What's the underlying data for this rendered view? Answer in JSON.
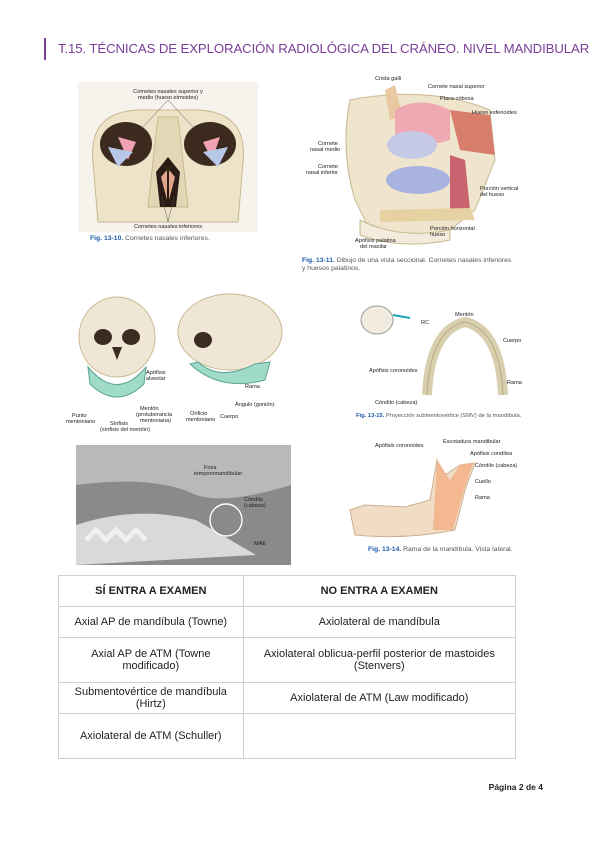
{
  "header": {
    "title": "T.15. TÉCNICAS DE EXPLORACIÓN RADIOLÓGICA DEL CRÁNEO. NIVEL MANDIBULAR"
  },
  "figures": {
    "f1": {
      "labels": {
        "top": "Cornetes nasales superior y\nmedio (hueso etmoides)",
        "bottom": "Cornetes nasales inferiores"
      },
      "caption_num": "Fig. 13-10.",
      "caption_text": "Cornetes nasales inferiores."
    },
    "f2": {
      "labels": {
        "crista": "Crista galli",
        "cornete_sup": "Cornete nasal superior",
        "placa": "Placa cribosa",
        "esfenoides": "Hueso esfenoides",
        "cornete_med": "Cornete\nnasal medio",
        "cornete_inf": "Cornete\nnasal inferior",
        "vertical": "Porción     vertical\ndel hueso",
        "horizontal": "Porción      horizontal\nhueso",
        "apofisis": "Apófisis palatina\ndel maxilar"
      },
      "caption_num": "Fig. 13-11.",
      "caption_text": "Dibujo de una vista seccional. Cornetes nasales inferiores y huesos palatinos."
    },
    "f3": {
      "labels": {
        "alveolar": "Apófisis\nalveolar",
        "rama": "Rama",
        "angulo": "Ángulo (gonión)",
        "cuerpo": "Cuerpo",
        "menton": "Mentón\n(protuberancia\nmentoniana)",
        "orificio": "Orificio\nmentoniano",
        "punto": "Punto\nmentoniano",
        "sinfisis": "Sínfisis\n(sínfisis del mentón)"
      }
    },
    "f4": {
      "labels": {
        "rc": "RC",
        "menton": "Mentón",
        "cuerpo": "Cuerpo",
        "coronoides": "Apófisis coronoides",
        "rama": "Rama",
        "condilo": "Cóndilo (cabeza)"
      },
      "caption_num": "Fig. 13-15.",
      "caption_text": "Proyección submentovértice (SMV) de la mandíbula."
    },
    "f5": {
      "labels": {
        "fosa": "Fosa\ntemporomandibular",
        "condilo": "Cóndilo\n(cabeza)",
        "mae": "MAE"
      }
    },
    "f6": {
      "labels": {
        "coronoides": "Apófisis coronoides",
        "escotadura": "Escotadura mandibular",
        "condilea": "Apófisis condílea",
        "condilo": "Cóndilo (cabeza)",
        "cuello": "Cuello",
        "rama": "Rama"
      },
      "caption_num": "Fig. 13-14.",
      "caption_text": "Rama de la mandíbula. Vista lateral."
    }
  },
  "table": {
    "headers": [
      "SÍ ENTRA A EXAMEN",
      "NO ENTRA A EXAMEN"
    ],
    "rows": [
      [
        "Axial AP de mandíbula (Towne)",
        "Axiolateral de mandíbula"
      ],
      [
        "Axial AP de ATM (Towne modificado)",
        "Axiolateral oblicua-perfil posterior de mastoides (Stenvers)"
      ],
      [
        "Submentovértice de mandíbula (Hirtz)",
        "Axiolateral de ATM (Law modificado)"
      ],
      [
        "Axiolateral de ATM (Schuller)",
        ""
      ]
    ]
  },
  "footer": {
    "page": "Página 2 de 4"
  }
}
